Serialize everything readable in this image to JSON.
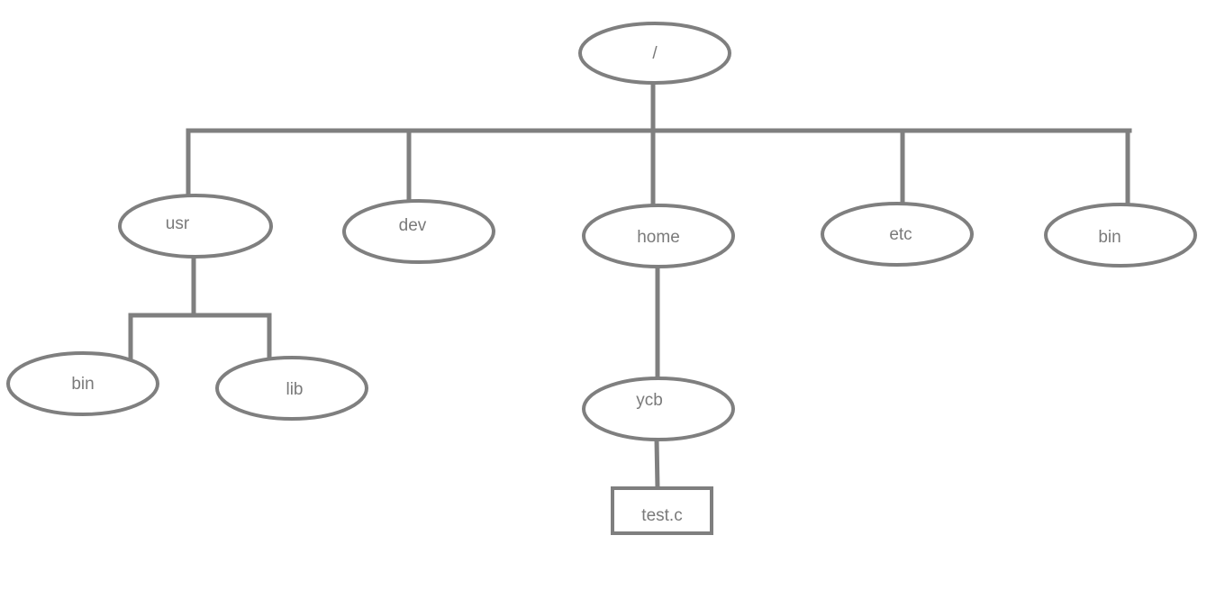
{
  "diagram": {
    "type": "directory-tree",
    "colors": {
      "stroke": "#7f7f7f",
      "label": "#7a7a7a",
      "background": "#ffffff"
    },
    "nodes": {
      "root": {
        "label": "/",
        "shape": "ellipse"
      },
      "usr": {
        "label": "usr",
        "shape": "ellipse"
      },
      "dev": {
        "label": "dev",
        "shape": "ellipse"
      },
      "home": {
        "label": "home",
        "shape": "ellipse"
      },
      "etc": {
        "label": "etc",
        "shape": "ellipse"
      },
      "bin_top": {
        "label": "bin",
        "shape": "ellipse"
      },
      "usr_bin": {
        "label": "bin",
        "shape": "ellipse"
      },
      "usr_lib": {
        "label": "lib",
        "shape": "ellipse"
      },
      "ycb": {
        "label": "ycb",
        "shape": "ellipse"
      },
      "test_c": {
        "label": "test.c",
        "shape": "rectangle"
      }
    },
    "edges": [
      {
        "from": "root",
        "to": "usr"
      },
      {
        "from": "root",
        "to": "dev"
      },
      {
        "from": "root",
        "to": "home"
      },
      {
        "from": "root",
        "to": "etc"
      },
      {
        "from": "root",
        "to": "bin_top"
      },
      {
        "from": "usr",
        "to": "usr_bin"
      },
      {
        "from": "usr",
        "to": "usr_lib"
      },
      {
        "from": "home",
        "to": "ycb"
      },
      {
        "from": "ycb",
        "to": "test_c"
      }
    ]
  }
}
